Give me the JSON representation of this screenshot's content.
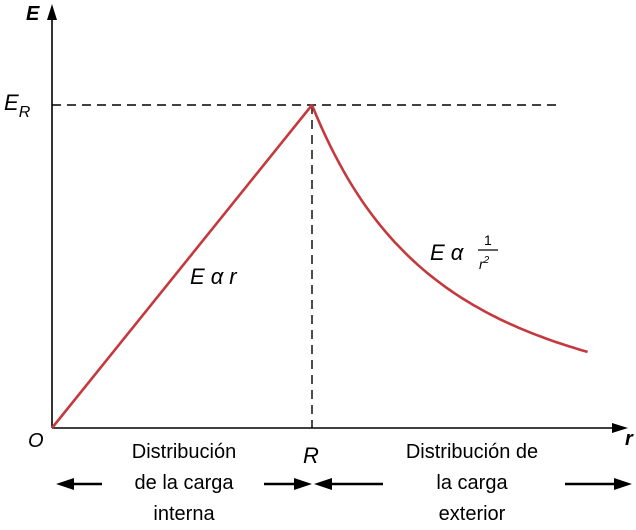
{
  "chart_data": {
    "type": "line",
    "xlabel": "r",
    "ylabel": "E",
    "origin_label": "O",
    "x_ticks": [
      {
        "label": "R",
        "value": 1
      }
    ],
    "y_ticks": [
      {
        "label": "E",
        "sub": "R",
        "value": 1
      }
    ],
    "xlim": [
      0,
      2.14
    ],
    "ylim": [
      0,
      1.28
    ],
    "grid": false,
    "series": [
      {
        "segment": "inside",
        "x": [
          0,
          1
        ],
        "y": [
          0,
          1
        ]
      },
      {
        "segment": "outside",
        "x": [
          1,
          1.1,
          1.2,
          1.3,
          1.4,
          1.5,
          1.6,
          1.7,
          1.8,
          1.9,
          2.06
        ],
        "y": [
          1,
          0.826,
          0.694,
          0.592,
          0.51,
          0.444,
          0.391,
          0.346,
          0.309,
          0.277,
          0.236
        ]
      }
    ],
    "annotations": {
      "linear": {
        "E": "E",
        "alpha": "α",
        "r": "r"
      },
      "inverse": {
        "E": "E",
        "alpha": "α",
        "num": "1",
        "r": "r",
        "exp": "2"
      }
    },
    "region_labels": {
      "inside": [
        "Distribución",
        "de la carga",
        "interna"
      ],
      "outside": [
        "Distribución de",
        "la carga",
        "exterior"
      ]
    },
    "colors": {
      "curve": "#c4393d",
      "axes": "#000000"
    }
  }
}
